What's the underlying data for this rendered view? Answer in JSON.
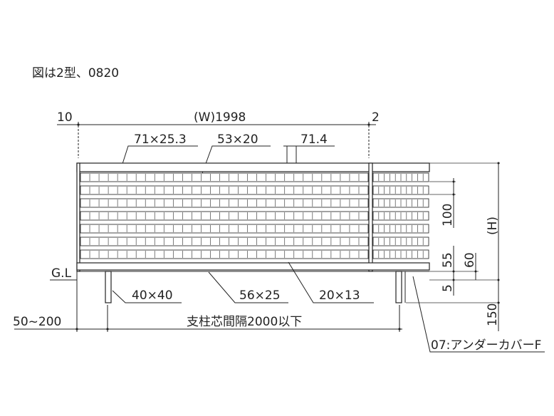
{
  "caption": "図は2型、0820",
  "dimensions": {
    "left_gap": "10",
    "width": "(W)1998",
    "right_gap": "2",
    "frame_rail": "71×25.3",
    "slat_size": "53×20",
    "slat_pitch": "71.4",
    "pitch_100": "100",
    "height": "(H)",
    "gap_55": "55",
    "gap_60": "60",
    "gap_5": "5",
    "post_size": "40×40",
    "bottom_rail": "56×25",
    "bottom_slat": "20×13",
    "post_embed": "50~200",
    "post_spacing": "支柱芯間隔2000以下",
    "post_depth": "150",
    "ground": "G.L",
    "under_cover": "07:アンダーカバーF"
  },
  "fence": {
    "slat_rows": 7,
    "ribs_per_row_main": 31,
    "ribs_per_row_extension": 10
  }
}
